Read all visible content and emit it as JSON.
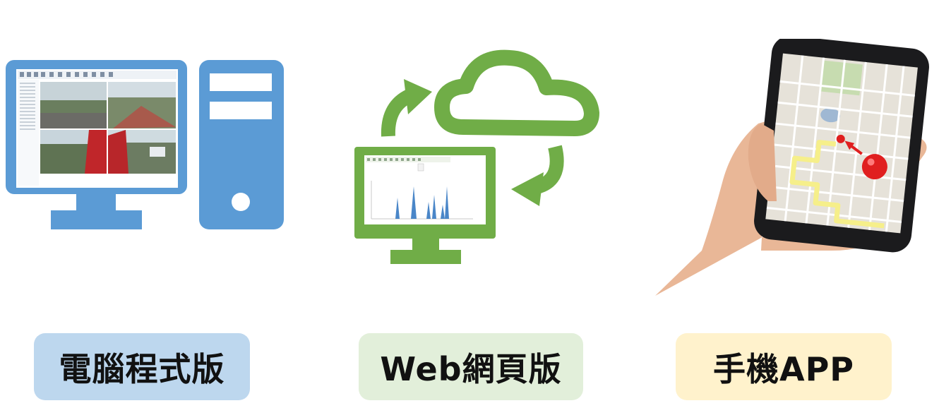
{
  "colors": {
    "desktop_blue": "#5b9bd5",
    "web_green": "#70ad47",
    "desktop_label_bg": "#bdd7ee",
    "web_label_bg": "#e2efda",
    "app_label_bg": "#fff2cc"
  },
  "panels": [
    {
      "icon": "desktop-computer-icon",
      "label": "電腦程式版"
    },
    {
      "icon": "cloud-sync-monitor-icon",
      "label": "Web網頁版"
    },
    {
      "icon": "phone-map-icon",
      "label": "手機APP"
    }
  ]
}
